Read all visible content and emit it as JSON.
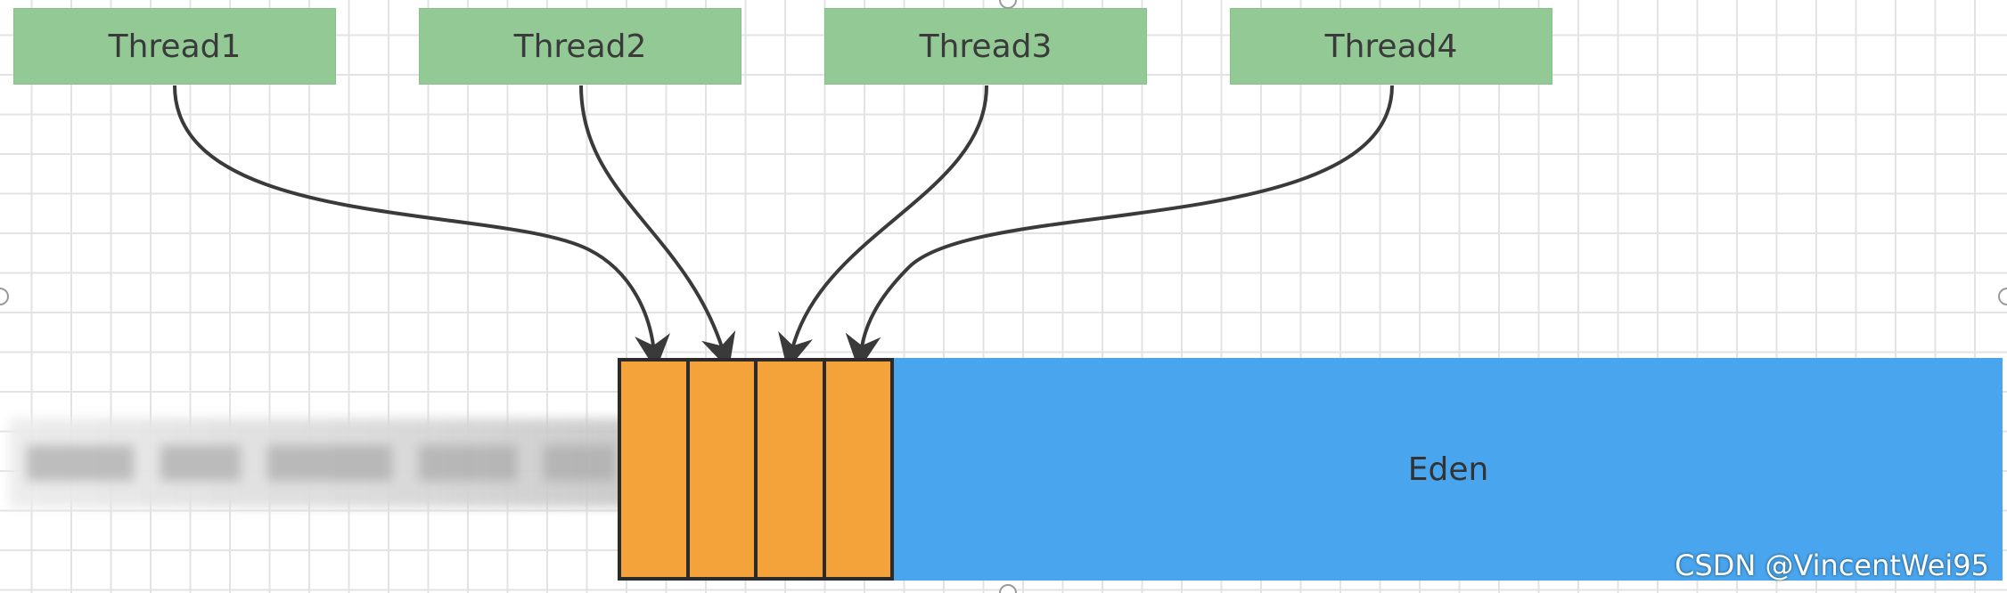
{
  "diagram": {
    "threads": [
      {
        "label": "Thread1"
      },
      {
        "label": "Thread2"
      },
      {
        "label": "Thread3"
      },
      {
        "label": "Thread4"
      }
    ],
    "tlab_cells": 4,
    "eden_label": "Eden"
  },
  "watermark": "CSDN @VincentWei95",
  "colors": {
    "thread_fill": "#93c995",
    "tlab_fill": "#f4a23a",
    "eden_fill": "#48a5ee",
    "arrow": "#3a3a3a",
    "grid": "#e3e3e3"
  }
}
